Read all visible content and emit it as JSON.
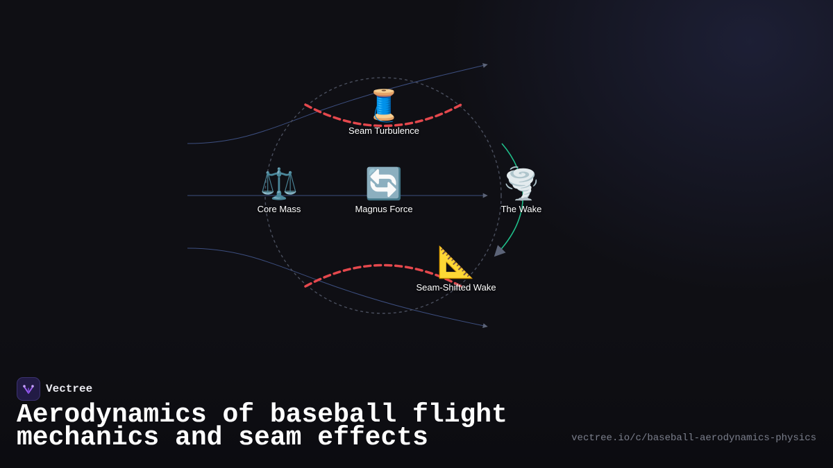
{
  "diagram": {
    "nodes": {
      "seam_turbulence": {
        "label": "Seam Turbulence",
        "icon": "spool-of-thread-icon",
        "glyph": "🧵"
      },
      "core_mass": {
        "label": "Core Mass",
        "icon": "balance-scale-icon",
        "glyph": "⚖️"
      },
      "magnus_force": {
        "label": "Magnus Force",
        "icon": "counterclockwise-arrows-icon",
        "glyph": "🔄"
      },
      "the_wake": {
        "label": "The Wake",
        "icon": "tornado-icon",
        "glyph": "🌪️"
      },
      "seam_shifted_wake": {
        "label": "Seam-Shifted Wake",
        "icon": "triangular-ruler-icon",
        "glyph": "📐"
      }
    },
    "colors": {
      "ball_outline": "#4a4f5e",
      "seam": "#e5484d",
      "flow_lines": "#3d4f80",
      "wake_arc": "#1fbf8a",
      "arrow_head": "#5c6478"
    }
  },
  "brand": {
    "name": "Vectree",
    "icon": "vectree-logo-icon"
  },
  "footer": {
    "title": "Aerodynamics of baseball flight mechanics and seam effects",
    "url": "vectree.io/c/baseball-aerodynamics-physics"
  }
}
